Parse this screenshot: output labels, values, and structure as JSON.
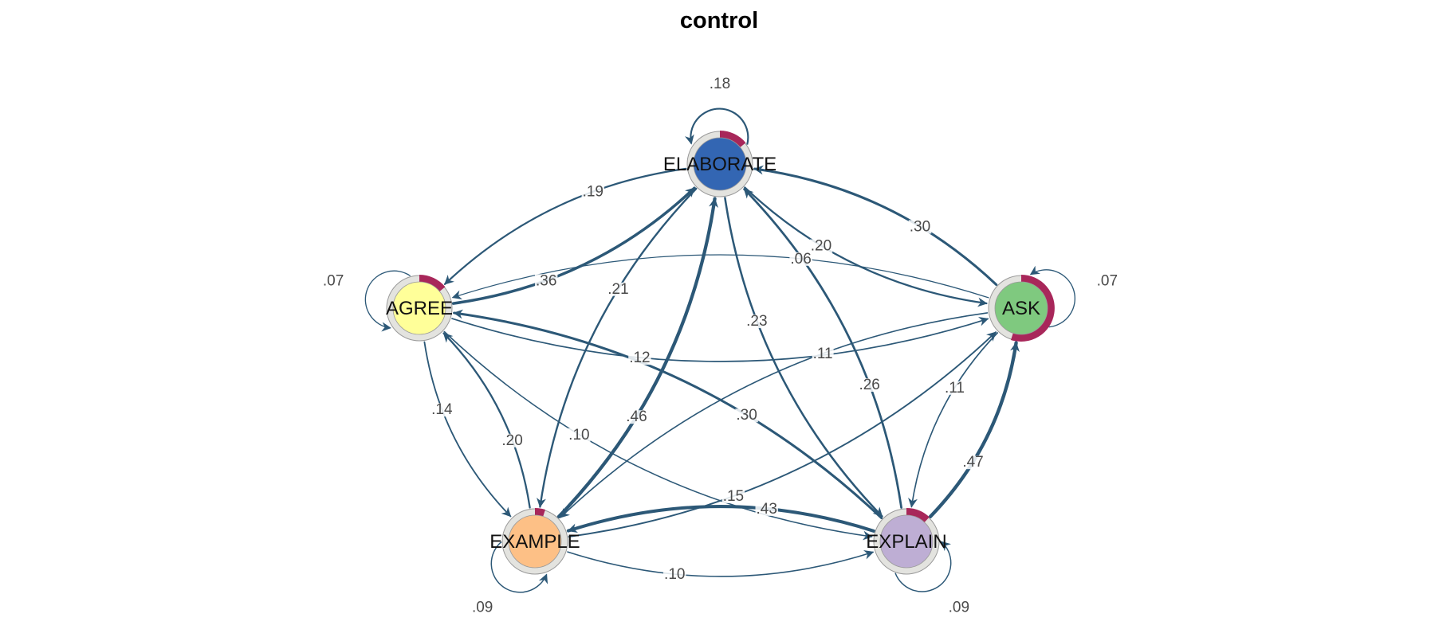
{
  "title": "control",
  "colors": {
    "edge": "#2c5877",
    "pie": "#a8275a",
    "ring": "#e3e3df",
    "ring_stroke": "#9a9a9a",
    "label": "#4a4a4a"
  },
  "nodes": [
    {
      "id": "ELABORATE",
      "label": "ELABORATE",
      "color": "#3366b3",
      "pie": 0.14
    },
    {
      "id": "AGREE",
      "label": "AGREE",
      "color": "#ffff99",
      "pie": 0.14
    },
    {
      "id": "ASK",
      "label": "ASK",
      "color": "#7fc97f",
      "pie": 0.55
    },
    {
      "id": "EXAMPLE",
      "label": "EXAMPLE",
      "color": "#fdc086",
      "pie": 0.05
    },
    {
      "id": "EXPLAIN",
      "label": "EXPLAIN",
      "color": "#beaed4",
      "pie": 0.12
    }
  ],
  "edges": [
    {
      "from": "AGREE",
      "to": "ELABORATE",
      "label": ".36",
      "weight": 0.36
    },
    {
      "from": "ELABORATE",
      "to": "AGREE",
      "label": ".19",
      "weight": 0.19
    },
    {
      "from": "ASK",
      "to": "ELABORATE",
      "label": ".30",
      "weight": 0.3
    },
    {
      "from": "ELABORATE",
      "to": "ASK",
      "label": ".20",
      "weight": 0.2
    },
    {
      "from": "EXAMPLE",
      "to": "ELABORATE",
      "label": ".46",
      "weight": 0.46
    },
    {
      "from": "ELABORATE",
      "to": "EXAMPLE",
      "label": ".21",
      "weight": 0.21
    },
    {
      "from": "EXPLAIN",
      "to": "ELABORATE",
      "label": ".26",
      "weight": 0.26
    },
    {
      "from": "ELABORATE",
      "to": "EXPLAIN",
      "label": ".23",
      "weight": 0.23
    },
    {
      "from": "ASK",
      "to": "AGREE",
      "label": ".06",
      "weight": 0.06
    },
    {
      "from": "AGREE",
      "to": "ASK",
      "label": ".12",
      "weight": 0.12
    },
    {
      "from": "EXAMPLE",
      "to": "AGREE",
      "label": ".20",
      "weight": 0.2
    },
    {
      "from": "AGREE",
      "to": "EXAMPLE",
      "label": ".14",
      "weight": 0.14
    },
    {
      "from": "AGREE",
      "to": "EXPLAIN",
      "label": ".10",
      "weight": 0.1
    },
    {
      "from": "EXPLAIN",
      "to": "AGREE",
      "label": ".30",
      "weight": 0.3
    },
    {
      "from": "EXAMPLE",
      "to": "ASK",
      "label": ".15",
      "weight": 0.15
    },
    {
      "from": "ASK",
      "to": "EXAMPLE",
      "label": ".11",
      "weight": 0.11
    },
    {
      "from": "EXPLAIN",
      "to": "ASK",
      "label": ".47",
      "weight": 0.47
    },
    {
      "from": "ASK",
      "to": "EXPLAIN",
      "label": ".11",
      "weight": 0.11
    },
    {
      "from": "EXPLAIN",
      "to": "EXAMPLE",
      "label": ".43",
      "weight": 0.43
    },
    {
      "from": "EXAMPLE",
      "to": "EXPLAIN",
      "label": ".10",
      "weight": 0.1
    }
  ],
  "self_loops": [
    {
      "node": "ELABORATE",
      "label": ".18",
      "weight": 0.18
    },
    {
      "node": "AGREE",
      "label": ".07",
      "weight": 0.07
    },
    {
      "node": "ASK",
      "label": ".07",
      "weight": 0.07
    },
    {
      "node": "EXAMPLE",
      "label": ".09",
      "weight": 0.09
    },
    {
      "node": "EXPLAIN",
      "label": ".09",
      "weight": 0.09
    }
  ]
}
